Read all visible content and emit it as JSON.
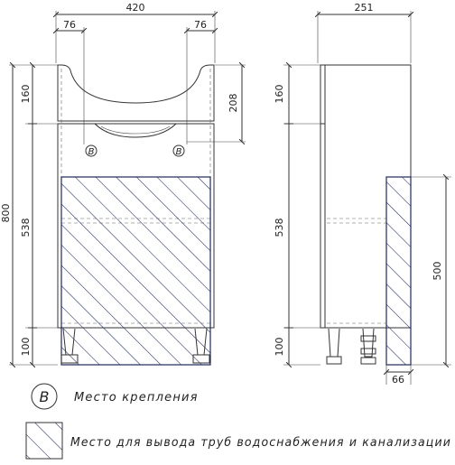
{
  "front_view": {
    "width_total": "420",
    "left_offset": "76",
    "right_offset": "76",
    "top_height": "160",
    "basin_depth": "208",
    "body_height": "538",
    "legs_height": "100",
    "total_height": "800",
    "mount_label_left": "B",
    "mount_label_right": "B"
  },
  "side_view": {
    "depth_total": "251",
    "top_height": "160",
    "body_height": "538",
    "legs_height": "100",
    "pipe_zone_height": "500",
    "pipe_zone_depth": "66"
  },
  "legend": {
    "mount_symbol": "B",
    "mount_text": "Место крепления",
    "pipe_zone_text": "Место для вывода труб водоснабжения и канализации"
  },
  "colors": {
    "line": "#333333",
    "hatch": "#1f2a5a"
  }
}
